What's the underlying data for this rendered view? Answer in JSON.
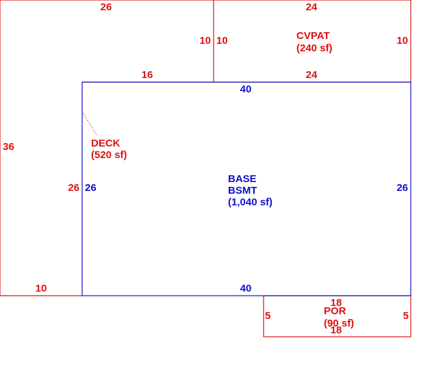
{
  "colors": {
    "addition": "#dd1111",
    "base": "#1010cc"
  },
  "areas": {
    "deck": {
      "name": "DECK",
      "area": "(520 sf)",
      "dims": {
        "top_left": "26",
        "top_right": "16",
        "left": "36",
        "bottom": "10",
        "right": "26"
      }
    },
    "cvpat": {
      "name": "CVPAT",
      "area": "(240 sf)",
      "dims": {
        "top": "24",
        "bottom": "24",
        "left": "10",
        "left_outer": "10",
        "right": "10"
      }
    },
    "base": {
      "name": "BASE",
      "sub": "BSMT",
      "area": "(1,040 sf)",
      "dims": {
        "top": "40",
        "bottom": "40",
        "left": "26",
        "right": "26"
      }
    },
    "por": {
      "name": "POR",
      "area": "(90 sf)",
      "dims": {
        "top": "18",
        "bottom": "18",
        "left": "5",
        "right": "5"
      }
    }
  }
}
